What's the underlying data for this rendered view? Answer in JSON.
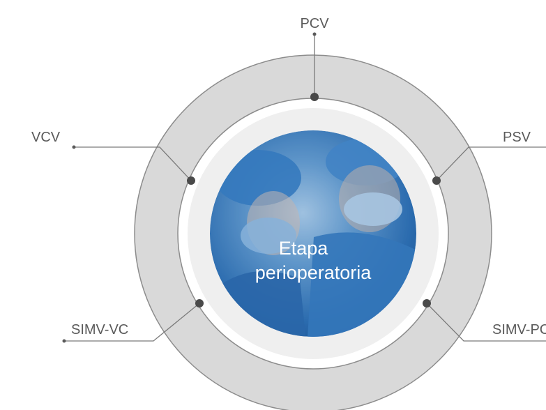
{
  "center": {
    "line1": "Etapa",
    "line2": "perioperatoria",
    "photo_description_icon": "surgeons-photo"
  },
  "modes": {
    "pcv": "PCV",
    "vcv": "VCV",
    "psv": "PSV",
    "simv_vc": "SIMV-VC",
    "simv_pc": "SIMV-PC"
  },
  "colors": {
    "outer_ring": "#d9d9d9",
    "ring_stroke": "#8c8c8c",
    "inner_ring": "#efefef",
    "line": "#7a7a7a",
    "photo_blue": "#3a78b8"
  }
}
